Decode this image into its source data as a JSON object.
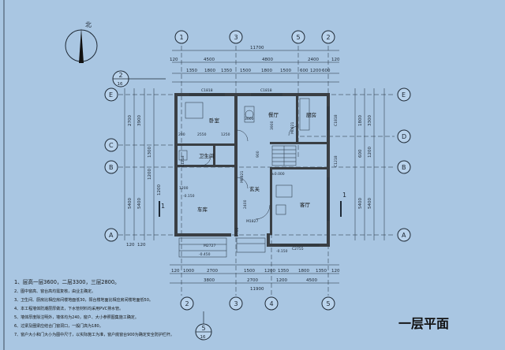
{
  "north": "北",
  "axes": {
    "vertical": [
      "1",
      "3",
      "4",
      "5",
      "2"
    ],
    "horizontal": [
      "E",
      "D",
      "C",
      "B",
      "A"
    ]
  },
  "section_marks": {
    "top": [
      "2",
      "16"
    ],
    "bottom": [
      "5",
      "16"
    ]
  },
  "cut_marks": [
    "1",
    "1"
  ],
  "top_dims": {
    "total": "11700",
    "spans": [
      "4500",
      "4800",
      "2400"
    ],
    "detail": [
      "1350",
      "1800",
      "1350",
      "1500",
      "1800",
      "1500",
      "600",
      "1200",
      "600"
    ],
    "edge": [
      "120",
      "120"
    ]
  },
  "bottom_dims": {
    "total": "11900",
    "spans": [
      "3800",
      "2700",
      "1200",
      "4500"
    ],
    "detail": [
      "120",
      "1000",
      "2700",
      "1500",
      "1200",
      "1350",
      "1800",
      "1350",
      "120"
    ]
  },
  "left_dims": [
    "2700",
    "3900",
    "1300",
    "1200",
    "5400",
    "5400",
    "1200",
    "120",
    "120"
  ],
  "right_dims": [
    "1800",
    "3300",
    "600",
    "1200",
    "5400",
    "5400"
  ],
  "rooms": {
    "bedroom": "卧室",
    "dining": "餐厅",
    "kitchen": "厨房",
    "bath": "卫生间",
    "entry": "玄关",
    "garage": "车库",
    "living": "客厅"
  },
  "labels": {
    "w_bedroom": "C1818",
    "w_dining": "C1818",
    "w_kitchen_right": "C1818",
    "m_kitchen": "M0821",
    "m_bath": "M0821",
    "c_bath": "C1218",
    "c_right": "C1218",
    "elev_entry": "±0.000",
    "elev_garage": "-0.150",
    "elev_out": "-0.450",
    "elev_step": "-0.150",
    "door_garage": "M2727",
    "door_main": "M1827",
    "win_living": "C2755",
    "d1": "3000",
    "d2": "3900",
    "d3": "2400",
    "d4": "2700",
    "d5": "900",
    "d6": "1200",
    "d7": "2550",
    "d8": "1250",
    "d9": "200"
  },
  "notes": [
    "1、层高一层3600，二层3300，三层2800。",
    "2、图中窗高、窗台高均需复核，由业主确定。",
    "3、卫生间、厨房比相应房间楼地面低30，阳台楼地面比相应房间楼地面低50。",
    "4、本工程墙体防潮层厚做法，下水管材料均采用PVC排水管。",
    "5、墙体厚度除注明外，墙体均为240，窗户、大小参照图集施工确定。",
    "6、过梁及圈梁应结合门窗洞口，一般门高为180。",
    "7、窗户大小和门大小为图中尺寸，以实际施工为准，窗户底窗台900为确定安全防护栏杆。"
  ],
  "title": "一层平面"
}
